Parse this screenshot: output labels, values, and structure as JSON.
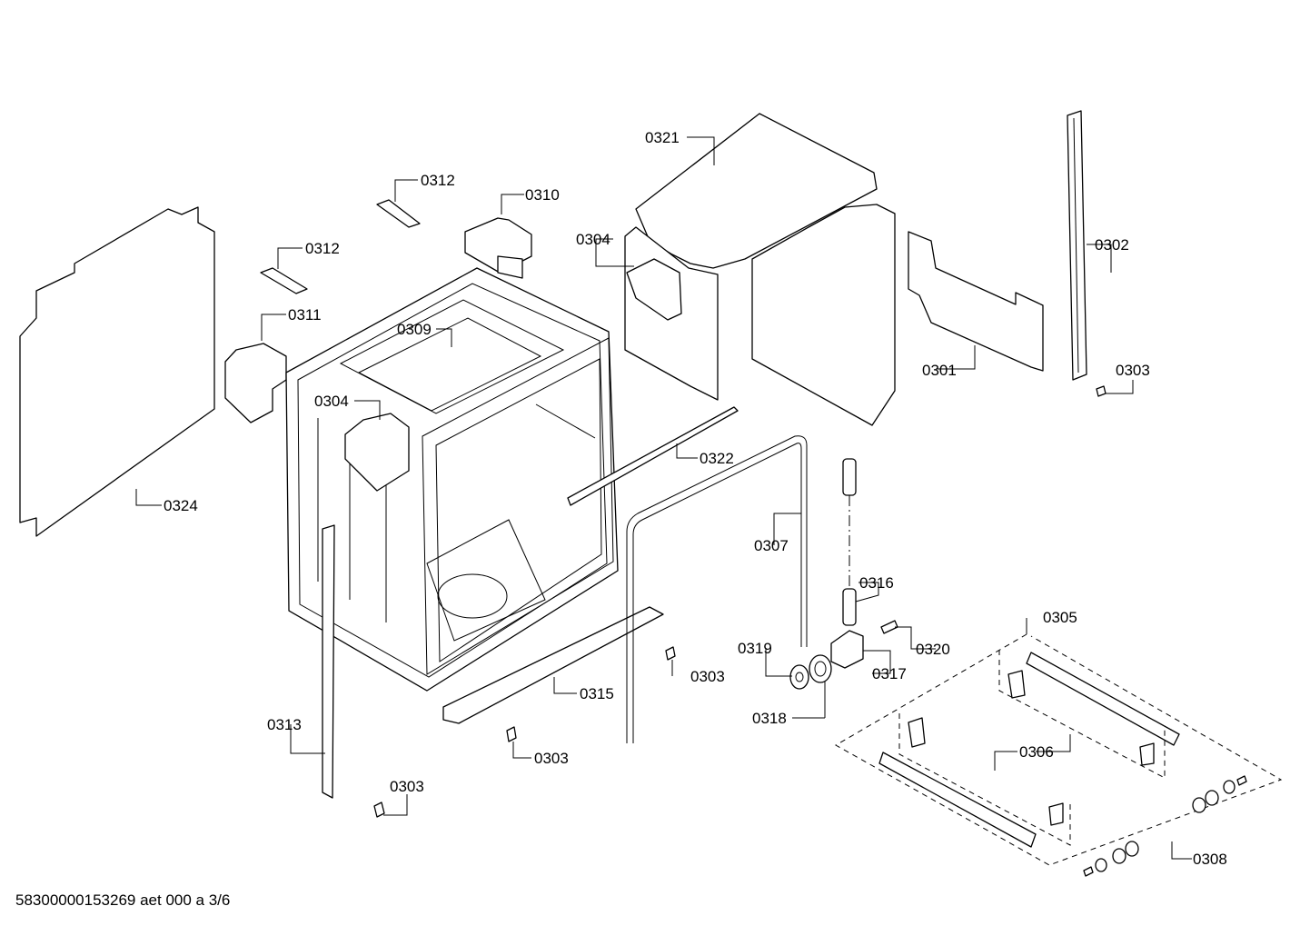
{
  "footer": "58300000153269 aet 000 a 3/6",
  "parts": {
    "p0301": "0301",
    "p0302": "0302",
    "p0303": "0303",
    "p0304": "0304",
    "p0305": "0305",
    "p0306": "0306",
    "p0307": "0307",
    "p0308": "0308",
    "p0309": "0309",
    "p0310": "0310",
    "p0311": "0311",
    "p0312": "0312",
    "p0313": "0313",
    "p0315": "0315",
    "p0316": "0316",
    "p0317": "0317",
    "p0318": "0318",
    "p0319": "0319",
    "p0320": "0320",
    "p0321": "0321",
    "p0322": "0322",
    "p0324": "0324"
  }
}
